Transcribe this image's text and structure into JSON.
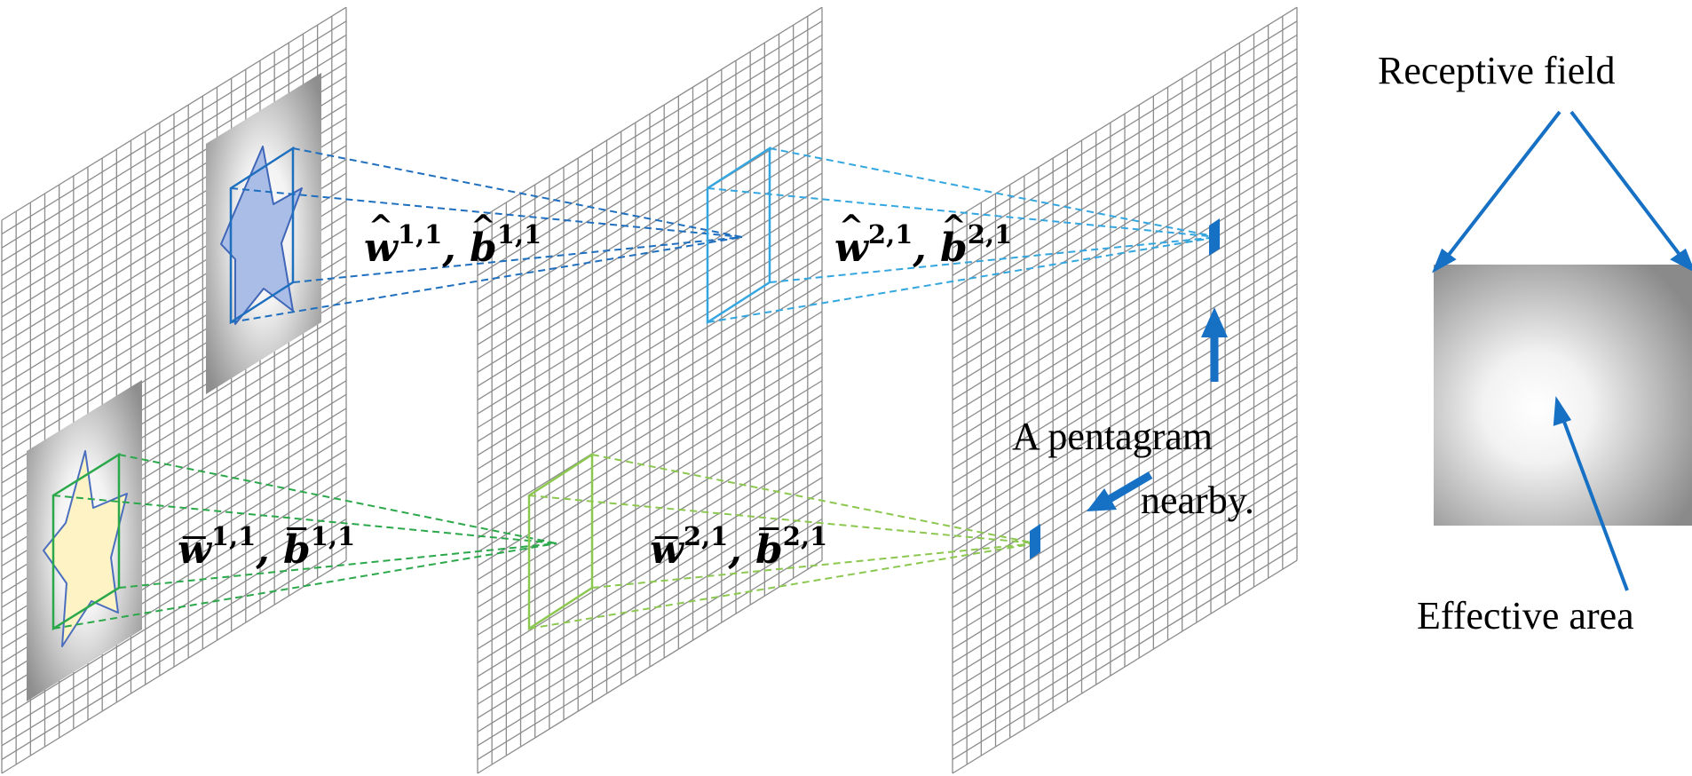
{
  "labels": {
    "layer1_top": {
      "w": "w",
      "b": "b",
      "sup1": "1,1",
      "sup2": "1,1",
      "sep": ","
    },
    "layer2_top": {
      "w": "w",
      "b": "b",
      "sup1": "2,1",
      "sup2": "2,1",
      "sep": ","
    },
    "layer1_bottom": {
      "w": "w",
      "b": "b",
      "sup1": "1,1",
      "sup2": "1,1",
      "sep": ","
    },
    "layer2_bottom": {
      "w": "w",
      "b": "b",
      "sup1": "2,1",
      "sup2": "2,1",
      "sep": ","
    },
    "pentagram_line1": "A pentagram",
    "pentagram_line2": "nearby.",
    "receptive_field": "Receptive field",
    "effective_area": "Effective area"
  },
  "colors": {
    "grid": "#8c8c8c",
    "top_path": "#1f6fbf",
    "top_path_light": "#33a6e0",
    "bottom_path": "#2aa84a",
    "bottom_path_light": "#8cc84f",
    "arrow": "#1670c4",
    "star_top_fill": "#a9bde6",
    "star_top_stroke": "#3f66b8",
    "star_bottom_fill": "#fdf3c4",
    "star_bottom_stroke": "#4b6fbe"
  }
}
